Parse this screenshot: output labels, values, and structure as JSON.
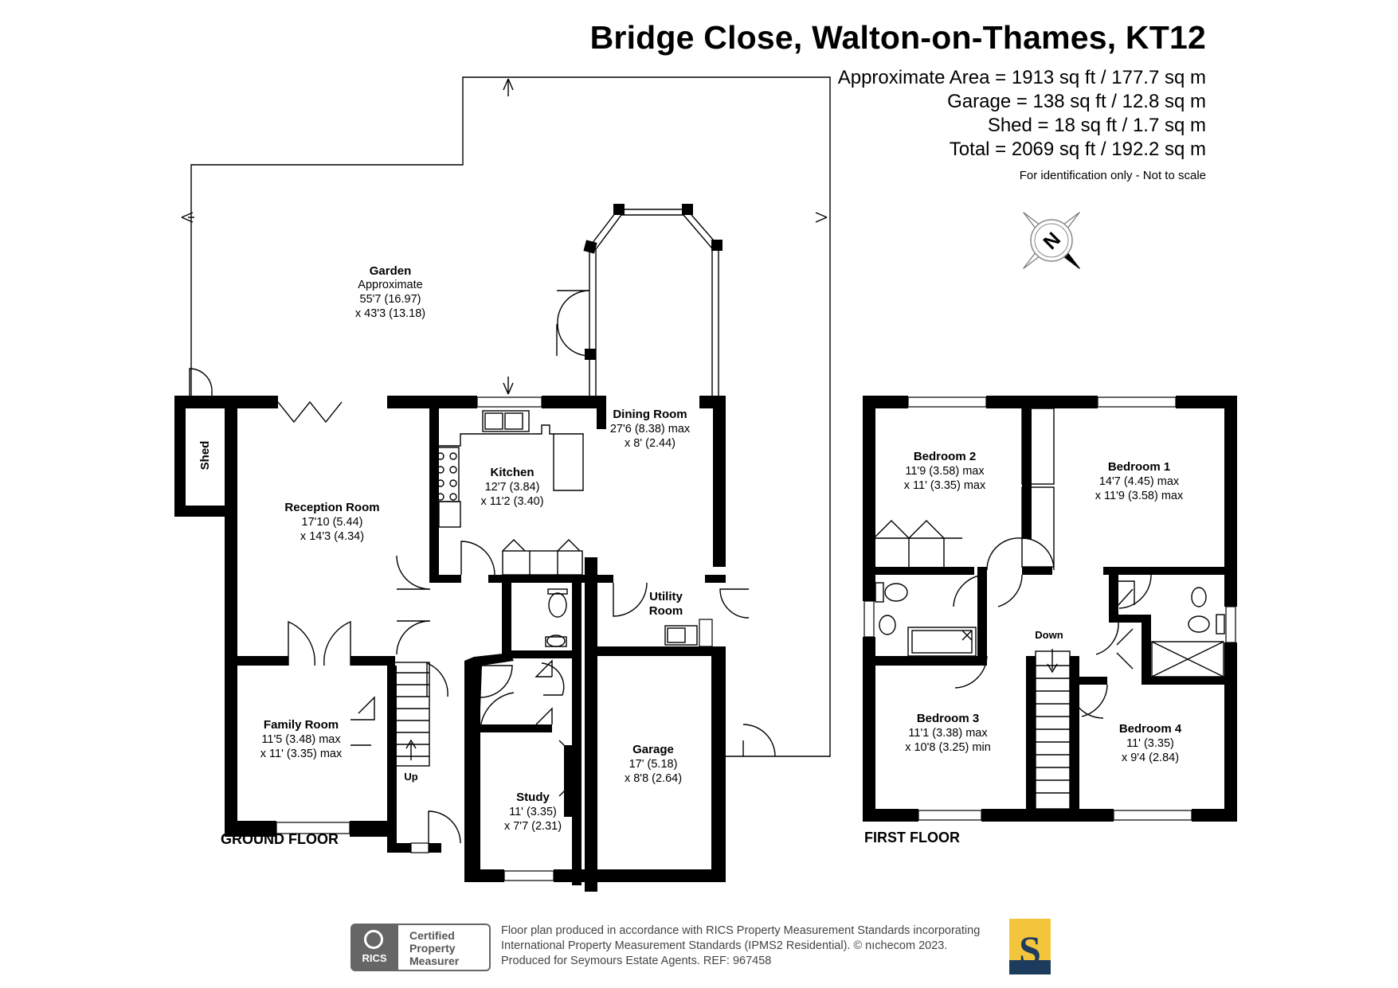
{
  "header": {
    "title": "Bridge Close, Walton-on-Thames, KT12",
    "areas": [
      "Approximate Area = 1913 sq ft / 177.7 sq m",
      "Garage = 138 sq ft / 12.8 sq m",
      "Shed = 18 sq ft / 1.7 sq m",
      "Total = 2069 sq ft / 192.2 sq m"
    ],
    "note": "For identification only - Not to scale"
  },
  "compass": {
    "letter": "N"
  },
  "ground_floor": {
    "label": "GROUND FLOOR",
    "garden": {
      "name": "Garden",
      "lines": [
        "Approximate",
        "55'7 (16.97)",
        "x 43'3 (13.18)"
      ]
    },
    "shed": {
      "name": "Shed"
    },
    "reception": {
      "name": "Reception Room",
      "lines": [
        "17'10 (5.44)",
        "x 14'3 (4.34)"
      ]
    },
    "kitchen": {
      "name": "Kitchen",
      "lines": [
        "12'7 (3.84)",
        "x 11'2 (3.40)"
      ]
    },
    "dining": {
      "name": "Dining Room",
      "lines": [
        "27'6 (8.38) max",
        "x 8' (2.44)"
      ]
    },
    "utility": {
      "name_1": "Utility",
      "name_2": "Room"
    },
    "family": {
      "name": "Family Room",
      "lines": [
        "11'5 (3.48) max",
        "x 11' (3.35) max"
      ]
    },
    "garage": {
      "name": "Garage",
      "lines": [
        "17' (5.18)",
        "x 8'8 (2.64)"
      ]
    },
    "study": {
      "name": "Study",
      "lines": [
        "11' (3.35)",
        "x 7'7 (2.31)"
      ]
    },
    "stairs": "Up"
  },
  "first_floor": {
    "label": "FIRST FLOOR",
    "bedroom2": {
      "name": "Bedroom 2",
      "lines": [
        "11'9 (3.58) max",
        "x 11' (3.35) max"
      ]
    },
    "bedroom1": {
      "name": "Bedroom 1",
      "lines": [
        "14'7 (4.45) max",
        "x 11'9 (3.58) max"
      ]
    },
    "bedroom3": {
      "name": "Bedroom 3",
      "lines": [
        "11'1 (3.38) max",
        "x 10'8 (3.25) min"
      ]
    },
    "bedroom4": {
      "name": "Bedroom 4",
      "lines": [
        "11' (3.35)",
        "x 9'4 (2.84)"
      ]
    },
    "stairs": "Down"
  },
  "footer": {
    "lines": [
      "Floor plan produced in accordance with RICS Property Measurement Standards incorporating",
      "International Property Measurement Standards (IPMS2 Residential).  © nıchecom 2023.",
      "Produced for Seymours Estate Agents.   REF:  967458"
    ],
    "rics_badge": {
      "org": "RICS",
      "lines": [
        "Certified",
        "Property",
        "Measurer"
      ]
    },
    "brand_letter": "S",
    "brand_colors": {
      "gold": "#f3c53c",
      "navy": "#1d3b5c"
    }
  }
}
